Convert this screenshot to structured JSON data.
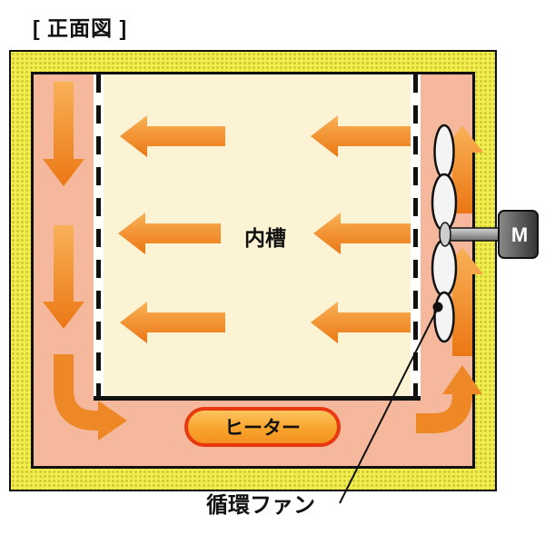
{
  "title": "[ 正面図 ]",
  "diagram": {
    "inner_chamber_label": "内槽",
    "heater_label": "ヒーター",
    "motor_label": "M",
    "fan_label": "循環ファン"
  },
  "colors": {
    "insulation_yellow": "#f1ee4d",
    "duct_pink": "#f5b89c",
    "chamber_cream": "#fbf3d3",
    "arrow_orange": "#ee8826",
    "heater_border_red": "#e8380d",
    "heater_fill_orange": "#f9a42c",
    "motor_gray": "#4a4a4a",
    "outline_black": "#111111"
  }
}
